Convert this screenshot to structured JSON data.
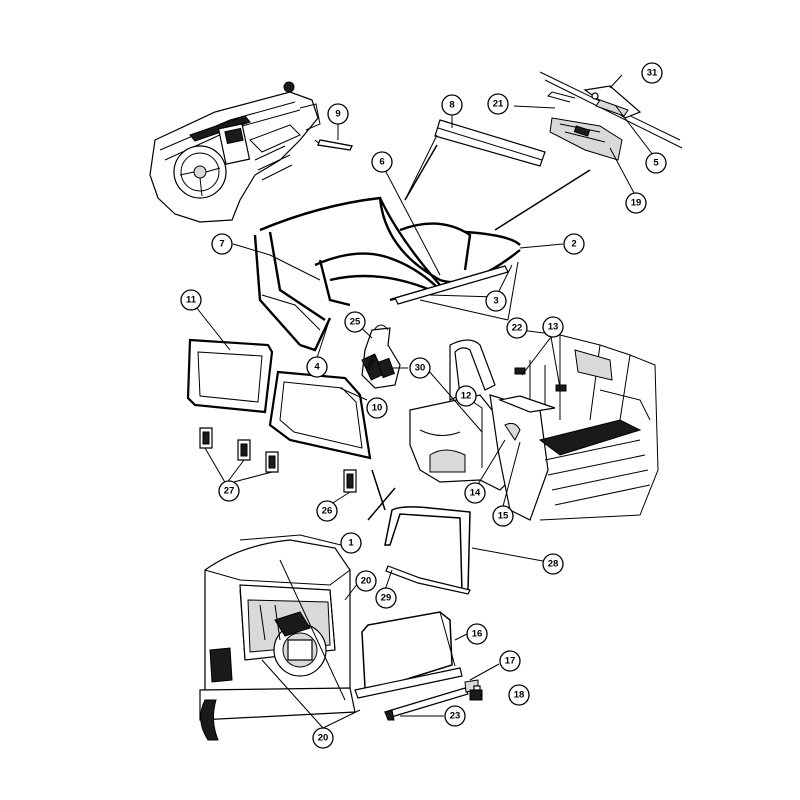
{
  "diagram": {
    "callouts": [
      {
        "id": "c1",
        "text": "1"
      },
      {
        "id": "c2",
        "text": "2"
      },
      {
        "id": "c3",
        "text": "3"
      },
      {
        "id": "c4",
        "text": "4"
      },
      {
        "id": "c5",
        "text": "5"
      },
      {
        "id": "c6",
        "text": "6"
      },
      {
        "id": "c7",
        "text": "7"
      },
      {
        "id": "c8",
        "text": "8"
      },
      {
        "id": "c9",
        "text": "9"
      },
      {
        "id": "c10",
        "text": "10"
      },
      {
        "id": "c11",
        "text": "11"
      },
      {
        "id": "c12",
        "text": "12"
      },
      {
        "id": "c13",
        "text": "13"
      },
      {
        "id": "c14",
        "text": "14"
      },
      {
        "id": "c15",
        "text": "15"
      },
      {
        "id": "c16",
        "text": "16"
      },
      {
        "id": "c17",
        "text": "17"
      },
      {
        "id": "c18",
        "text": "18"
      },
      {
        "id": "c19",
        "text": "19"
      },
      {
        "id": "c20a",
        "text": "20"
      },
      {
        "id": "c20b",
        "text": "20"
      },
      {
        "id": "c21",
        "text": "21"
      },
      {
        "id": "c22",
        "text": "22"
      },
      {
        "id": "c23",
        "text": "23"
      },
      {
        "id": "c25",
        "text": "25"
      },
      {
        "id": "c26",
        "text": "26"
      },
      {
        "id": "c27",
        "text": "27"
      },
      {
        "id": "c28",
        "text": "28"
      },
      {
        "id": "c29",
        "text": "29"
      },
      {
        "id": "c30",
        "text": "30"
      },
      {
        "id": "c31",
        "text": "31"
      }
    ]
  }
}
